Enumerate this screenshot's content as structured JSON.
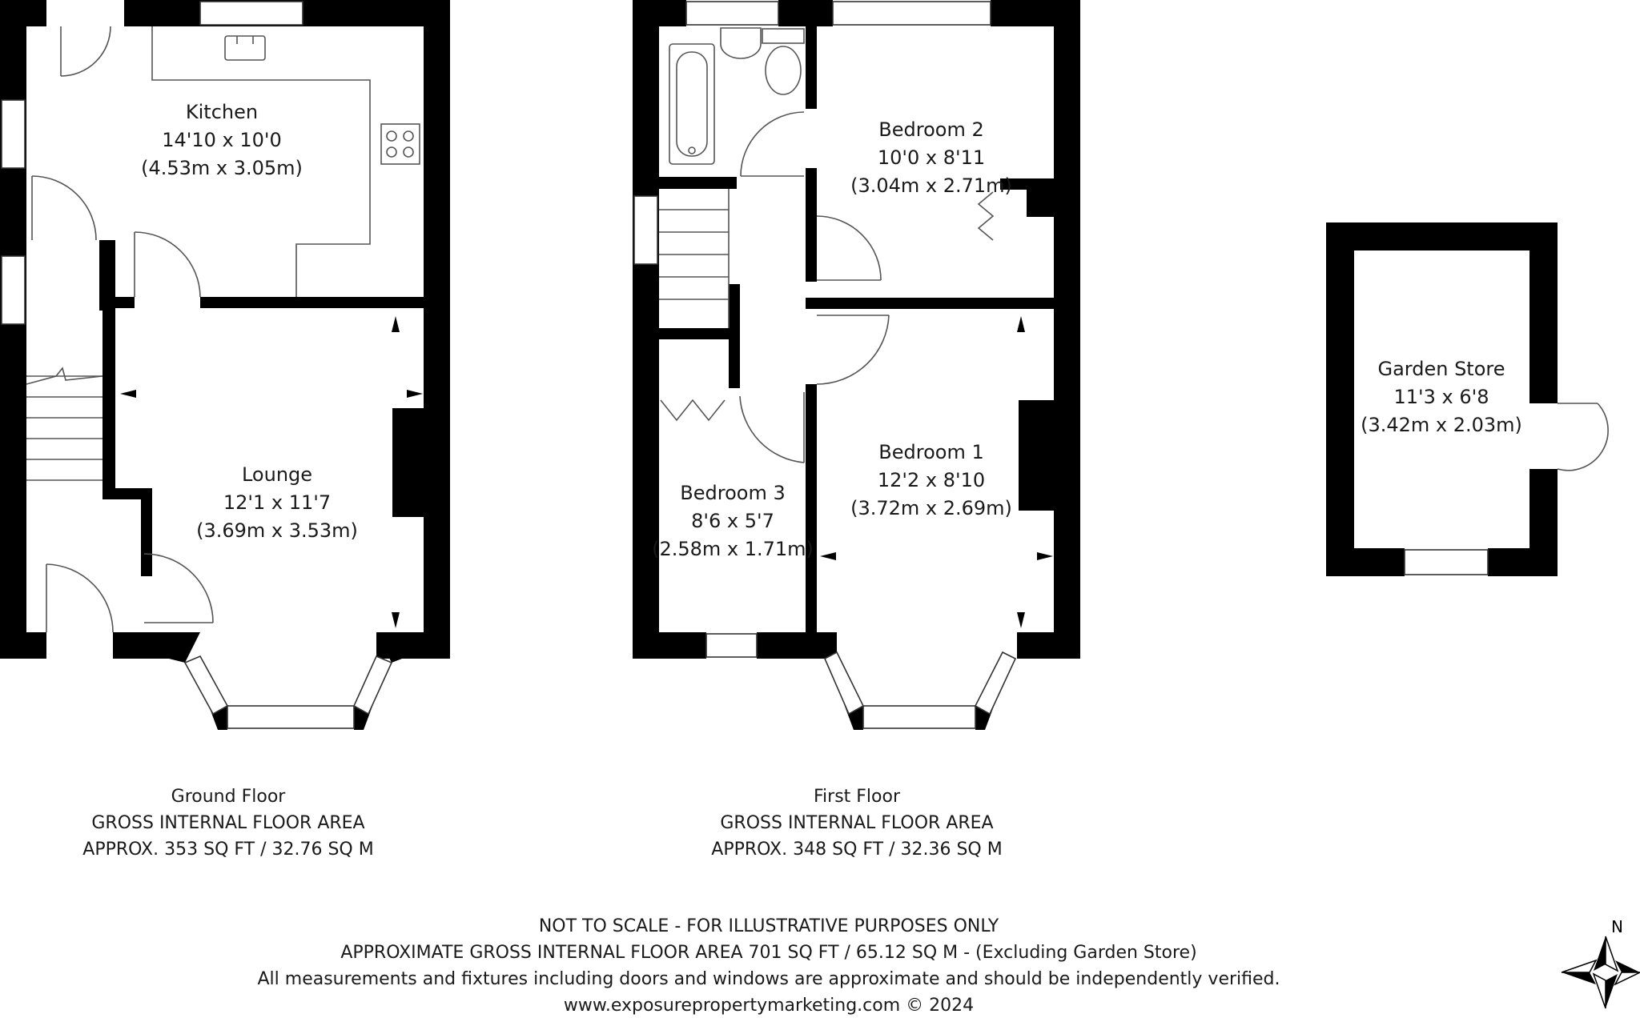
{
  "ground_floor": {
    "rooms": {
      "kitchen": {
        "name": "Kitchen",
        "imperial": "14'10 x 10'0",
        "metric": "(4.53m x 3.05m)"
      },
      "lounge": {
        "name": "Lounge",
        "imperial": "12'1 x 11'7",
        "metric": "(3.69m x 3.53m)"
      }
    },
    "caption": {
      "title": "Ground Floor",
      "line2": "GROSS INTERNAL FLOOR AREA",
      "line3": "APPROX. 353 SQ FT / 32.76 SQ M"
    }
  },
  "first_floor": {
    "rooms": {
      "bedroom2": {
        "name": "Bedroom 2",
        "imperial": "10'0 x 8'11",
        "metric": "(3.04m x 2.71m)"
      },
      "bedroom1": {
        "name": "Bedroom 1",
        "imperial": "12'2 x 8'10",
        "metric": "(3.72m x 2.69m)"
      },
      "bedroom3": {
        "name": "Bedroom 3",
        "imperial": "8'6 x 5'7",
        "metric": "(2.58m x 1.71m)"
      }
    },
    "caption": {
      "title": "First Floor",
      "line2": "GROSS INTERNAL FLOOR AREA",
      "line3": "APPROX. 348 SQ FT / 32.36 SQ M"
    }
  },
  "garden_store": {
    "name": "Garden Store",
    "imperial": "11'3 x 6'8",
    "metric": "(3.42m x 2.03m)"
  },
  "footer": {
    "line1": "NOT TO SCALE - FOR ILLUSTRATIVE PURPOSES ONLY",
    "line2": "APPROXIMATE GROSS INTERNAL FLOOR AREA 701 SQ FT / 65.12 SQ M - (Excluding Garden Store)",
    "line3": "All measurements and fixtures including doors and windows are approximate and should be independently verified.",
    "line4": "www.exposurepropertymarketing.com © 2024"
  },
  "compass": {
    "label": "N",
    "icon": "north-arrow-icon"
  },
  "colors": {
    "wall": "#000000",
    "fixture_line": "#555555",
    "background": "#ffffff"
  }
}
